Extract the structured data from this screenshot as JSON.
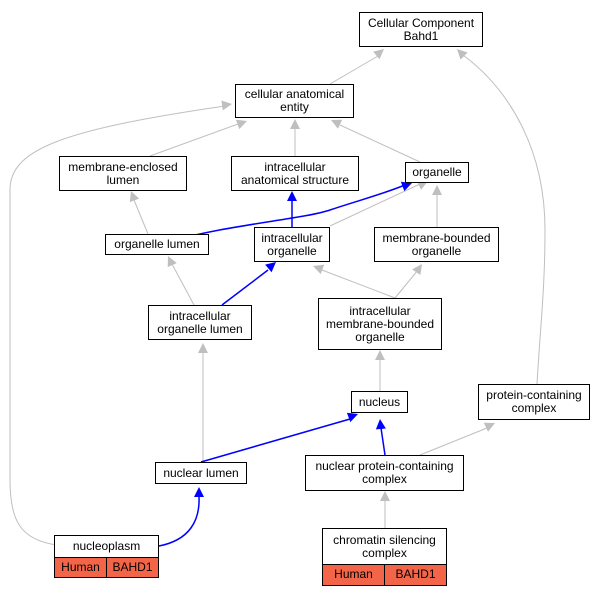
{
  "colors": {
    "edge_isa": "#bfbfbf",
    "edge_partof": "#0000ff",
    "tag_fill": "#f26549"
  },
  "nodes": {
    "root": "Cellular Component\nBahd1",
    "cae": "cellular anatomical\nentity",
    "mel": "membrane-enclosed\nlumen",
    "ias": "intracellular\nanatomical structure",
    "organelle": "organelle",
    "olumen": "organelle lumen",
    "iorg": "intracellular\norganelle",
    "mbo": "membrane-bounded\norganelle",
    "iol": "intracellular\norganelle lumen",
    "imbo": "intracellular\nmembrane-bounded\norganelle",
    "nucleus": "nucleus",
    "pcc": "protein-containing\ncomplex",
    "nlumen": "nuclear lumen",
    "npcc": "nuclear protein-containing\ncomplex",
    "nucleoplasm": "nucleoplasm",
    "csc": "chromatin silencing\ncomplex"
  },
  "annotations": {
    "nucleoplasm": {
      "species": "Human",
      "gene": "BAHD1"
    },
    "csc": {
      "species": "Human",
      "gene": "BAHD1"
    }
  }
}
